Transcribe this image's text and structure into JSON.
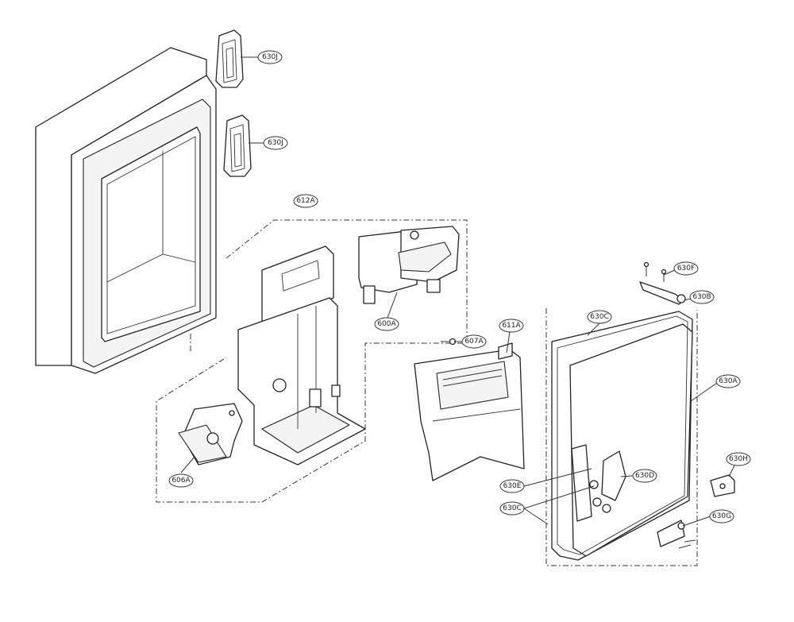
{
  "callouts": [
    {
      "id": "t1",
      "label": "630J"
    },
    {
      "id": "t2",
      "label": "630J"
    },
    {
      "id": "t3",
      "label": "612A"
    },
    {
      "id": "t4",
      "label": "600A"
    },
    {
      "id": "t5",
      "label": "607A"
    },
    {
      "id": "t6",
      "label": "611A"
    },
    {
      "id": "t7",
      "label": "630C"
    },
    {
      "id": "t8",
      "label": "630F"
    },
    {
      "id": "t9",
      "label": "630B"
    },
    {
      "id": "t10",
      "label": "630A"
    },
    {
      "id": "t11",
      "label": "630H"
    },
    {
      "id": "t12",
      "label": "630G"
    },
    {
      "id": "t13",
      "label": "630E"
    },
    {
      "id": "t14",
      "label": "630D"
    },
    {
      "id": "t15",
      "label": "630C"
    },
    {
      "id": "t16",
      "label": "606A"
    }
  ]
}
